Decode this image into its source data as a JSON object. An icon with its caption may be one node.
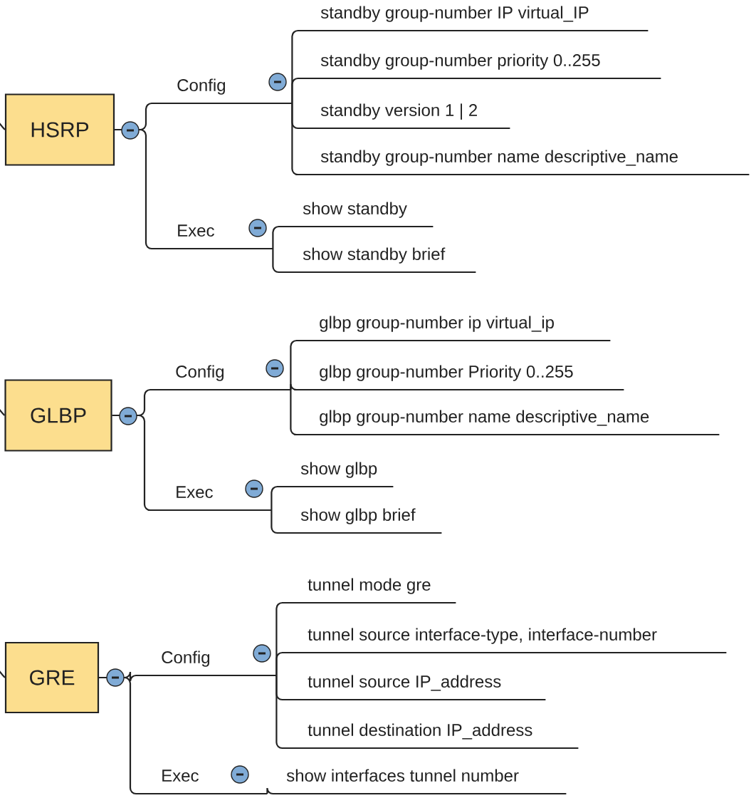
{
  "diagram": {
    "nodes": [
      {
        "text": [
          "HSRP"
        ]
      },
      {
        "text": [
          "Config"
        ]
      },
      {
        "text": [
          "standby group-number IP virtual_IP"
        ]
      },
      {
        "text": [
          "standby group-number priority 0..255"
        ]
      },
      {
        "text": [
          "standby version 1 | 2"
        ]
      },
      {
        "text": [
          "standby group-number name descriptive_name"
        ]
      },
      {
        "text": [
          "Exec"
        ]
      },
      {
        "text": [
          "show standby"
        ]
      },
      {
        "text": [
          "show standby brief"
        ]
      },
      {
        "text": [
          "GLBP"
        ]
      },
      {
        "text": [
          "Config"
        ]
      },
      {
        "text": [
          "glbp group-number ip virtual_ip"
        ]
      },
      {
        "text": [
          "glbp group-number Priority 0..255"
        ]
      },
      {
        "text": [
          "glbp group-number name descriptive_name"
        ]
      },
      {
        "text": [
          "Exec"
        ]
      },
      {
        "text": [
          "show glbp"
        ]
      },
      {
        "text": [
          "show glbp brief"
        ]
      },
      {
        "text": [
          "GRE"
        ]
      },
      {
        "text": [
          "Config"
        ]
      },
      {
        "text": [
          "tunnel mode gre"
        ]
      },
      {
        "text": [
          "tunnel source interface-type, interface-number"
        ]
      },
      {
        "text": [
          "tunnel source IP_address"
        ]
      },
      {
        "text": [
          "tunnel destination IP_address"
        ]
      },
      {
        "text": [
          "Exec"
        ]
      },
      {
        "text": [
          "show interfaces tunnel number"
        ]
      }
    ],
    "edges": [
      {
        "from": null,
        "to": 0,
        "arrow": "none"
      },
      {
        "from": 0,
        "to": 1,
        "arrow": "none"
      },
      {
        "from": 1,
        "to": 2,
        "arrow": "none"
      },
      {
        "from": 1,
        "to": 3,
        "arrow": "none"
      },
      {
        "from": 1,
        "to": 4,
        "arrow": "none"
      },
      {
        "from": 1,
        "to": 5,
        "arrow": "none"
      },
      {
        "from": 0,
        "to": 6,
        "arrow": "none"
      },
      {
        "from": 6,
        "to": 7,
        "arrow": "none"
      },
      {
        "from": 6,
        "to": 8,
        "arrow": "none"
      },
      {
        "from": null,
        "to": 9,
        "arrow": "none"
      },
      {
        "from": 9,
        "to": 10,
        "arrow": "none"
      },
      {
        "from": 10,
        "to": 11,
        "arrow": "none"
      },
      {
        "from": 10,
        "to": 12,
        "arrow": "none"
      },
      {
        "from": 10,
        "to": 13,
        "arrow": "none"
      },
      {
        "from": 9,
        "to": 14,
        "arrow": "none"
      },
      {
        "from": 14,
        "to": 15,
        "arrow": "none"
      },
      {
        "from": 14,
        "to": 16,
        "arrow": "none"
      },
      {
        "from": null,
        "to": 17,
        "arrow": "none"
      },
      {
        "from": 17,
        "to": 18,
        "arrow": "none"
      },
      {
        "from": 18,
        "to": 19,
        "arrow": "none"
      },
      {
        "from": 18,
        "to": 20,
        "arrow": "none"
      },
      {
        "from": 18,
        "to": 21,
        "arrow": "none"
      },
      {
        "from": 18,
        "to": 22,
        "arrow": "none"
      },
      {
        "from": 17,
        "to": 23,
        "arrow": "none"
      },
      {
        "from": 23,
        "to": 24,
        "arrow": "none"
      }
    ]
  }
}
